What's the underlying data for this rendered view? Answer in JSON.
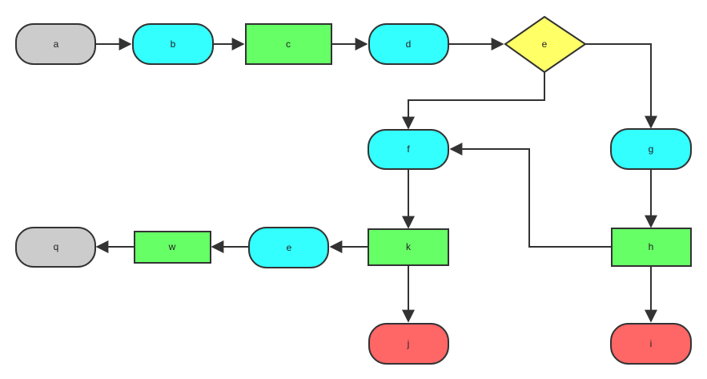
{
  "colors": {
    "terminal": "#cccccc",
    "rounded": "#33ffff",
    "process": "#66ff66",
    "decision": "#ffff66",
    "end": "#ff6666",
    "stroke": "#333333"
  },
  "nodes": {
    "a": {
      "label": "a",
      "shape": "rounded",
      "color": "#cccccc"
    },
    "b": {
      "label": "b",
      "shape": "rounded",
      "color": "#33ffff"
    },
    "c": {
      "label": "c",
      "shape": "rect",
      "color": "#66ff66"
    },
    "d": {
      "label": "d",
      "shape": "rounded",
      "color": "#33ffff"
    },
    "e1": {
      "label": "e",
      "shape": "diamond",
      "color": "#ffff66"
    },
    "f": {
      "label": "f",
      "shape": "rounded",
      "color": "#33ffff"
    },
    "g": {
      "label": "g",
      "shape": "rounded",
      "color": "#33ffff"
    },
    "h": {
      "label": "h",
      "shape": "rect",
      "color": "#66ff66"
    },
    "k": {
      "label": "k",
      "shape": "rect",
      "color": "#66ff66"
    },
    "e2": {
      "label": "e",
      "shape": "rounded",
      "color": "#33ffff"
    },
    "w": {
      "label": "w",
      "shape": "rect",
      "color": "#66ff66"
    },
    "q": {
      "label": "q",
      "shape": "rounded",
      "color": "#cccccc"
    },
    "j": {
      "label": "j",
      "shape": "rounded",
      "color": "#ff6666"
    },
    "i": {
      "label": "i",
      "shape": "rounded",
      "color": "#ff6666"
    }
  },
  "edges": [
    {
      "from": "a",
      "to": "b"
    },
    {
      "from": "b",
      "to": "c"
    },
    {
      "from": "c",
      "to": "d"
    },
    {
      "from": "d",
      "to": "e1"
    },
    {
      "from": "e1",
      "to": "f"
    },
    {
      "from": "e1",
      "to": "g"
    },
    {
      "from": "g",
      "to": "h"
    },
    {
      "from": "h",
      "to": "f"
    },
    {
      "from": "h",
      "to": "i"
    },
    {
      "from": "f",
      "to": "k"
    },
    {
      "from": "k",
      "to": "e2"
    },
    {
      "from": "k",
      "to": "j"
    },
    {
      "from": "e2",
      "to": "w"
    },
    {
      "from": "w",
      "to": "q"
    }
  ]
}
